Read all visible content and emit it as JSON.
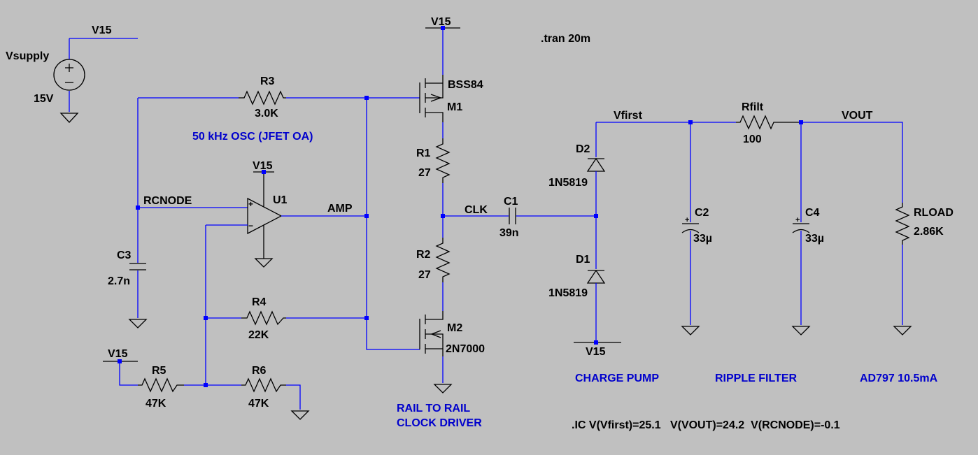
{
  "source": {
    "name": "Vsupply",
    "value": "15V",
    "net": "V15"
  },
  "flags": {
    "v15": "V15",
    "plus": "+",
    "minus": "−"
  },
  "components": {
    "r3": {
      "name": "R3",
      "value": "3.0K"
    },
    "r4": {
      "name": "R4",
      "value": "22K"
    },
    "r5": {
      "name": "R5",
      "value": "47K"
    },
    "r6": {
      "name": "R6",
      "value": "47K"
    },
    "c3": {
      "name": "C3",
      "value": "2.7n"
    },
    "u1": {
      "name": "U1"
    },
    "m1": {
      "name": "M1",
      "model": "BSS84"
    },
    "m2": {
      "name": "M2",
      "model": "2N7000"
    },
    "r1": {
      "name": "R1",
      "value": "27"
    },
    "r2": {
      "name": "R2",
      "value": "27"
    },
    "c1": {
      "name": "C1",
      "value": "39n"
    },
    "d1": {
      "name": "D1",
      "model": "1N5819"
    },
    "d2": {
      "name": "D2",
      "model": "1N5819"
    },
    "c2": {
      "name": "C2",
      "value": "33µ"
    },
    "c4": {
      "name": "C4",
      "value": "33µ"
    },
    "rfilt": {
      "name": "Rfilt",
      "value": "100"
    },
    "rload": {
      "name": "RLOAD",
      "value": "2.86K"
    }
  },
  "nets": {
    "rcnode": "RCNODE",
    "amp": "AMP",
    "clk": "CLK",
    "vfirst": "Vfirst",
    "vout": "VOUT"
  },
  "comments": {
    "osc": "50 kHz OSC (JFET OA)",
    "driver_1": "RAIL TO RAIL",
    "driver_2": "CLOCK DRIVER",
    "pump": "CHARGE PUMP",
    "filter": "RIPPLE FILTER",
    "load": "AD797 10.5mA"
  },
  "directives": {
    "tran": ".tran 20m",
    "ic": ".IC V(Vfirst)=25.1   V(VOUT)=24.2  V(RCNODE)=-0.1"
  }
}
